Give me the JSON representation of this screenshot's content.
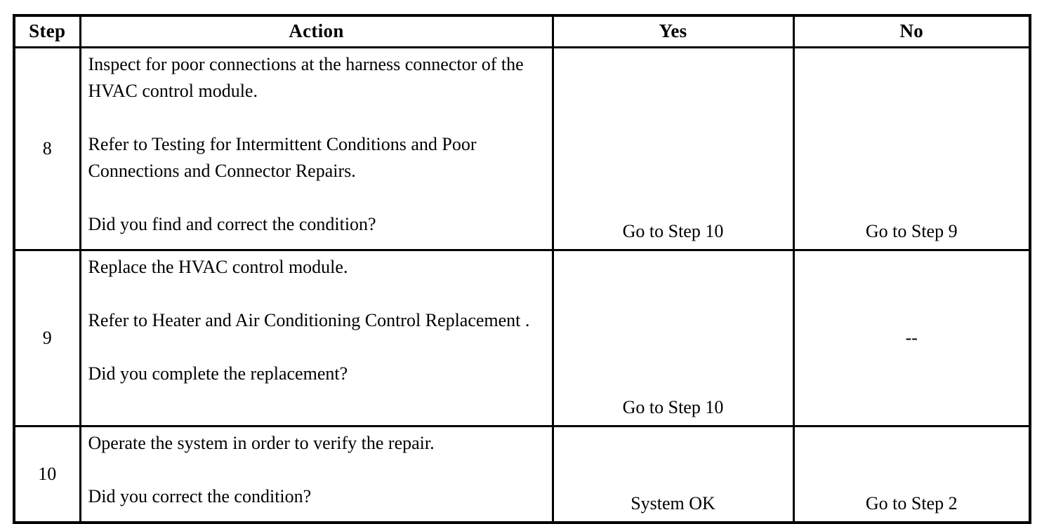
{
  "table": {
    "columns": [
      {
        "key": "step",
        "label": "Step"
      },
      {
        "key": "action",
        "label": "Action"
      },
      {
        "key": "yes",
        "label": "Yes"
      },
      {
        "key": "no",
        "label": "No"
      }
    ],
    "rows": [
      {
        "step": "8",
        "action_paragraphs": [
          "Inspect for poor connections at the harness connector of the HVAC control module.",
          "Refer to Testing for Intermittent Conditions and Poor Connections and Connector Repairs.",
          "Did you find and correct the condition?"
        ],
        "yes": "Go to Step 10",
        "no": "Go to Step 9"
      },
      {
        "step": "9",
        "action_paragraphs": [
          "Replace the HVAC control module.",
          "Refer to Heater and Air Conditioning Control Replacement .",
          "Did you complete the replacement?"
        ],
        "yes": "Go to Step 10",
        "no": "--"
      },
      {
        "step": "10",
        "action_paragraphs": [
          "Operate the system in order to verify the repair.",
          "Did you correct the condition?"
        ],
        "yes": "System OK",
        "no": "Go to Step 2"
      }
    ]
  },
  "style": {
    "border_color": "#000000",
    "text_color": "#000000",
    "background": "#ffffff"
  }
}
